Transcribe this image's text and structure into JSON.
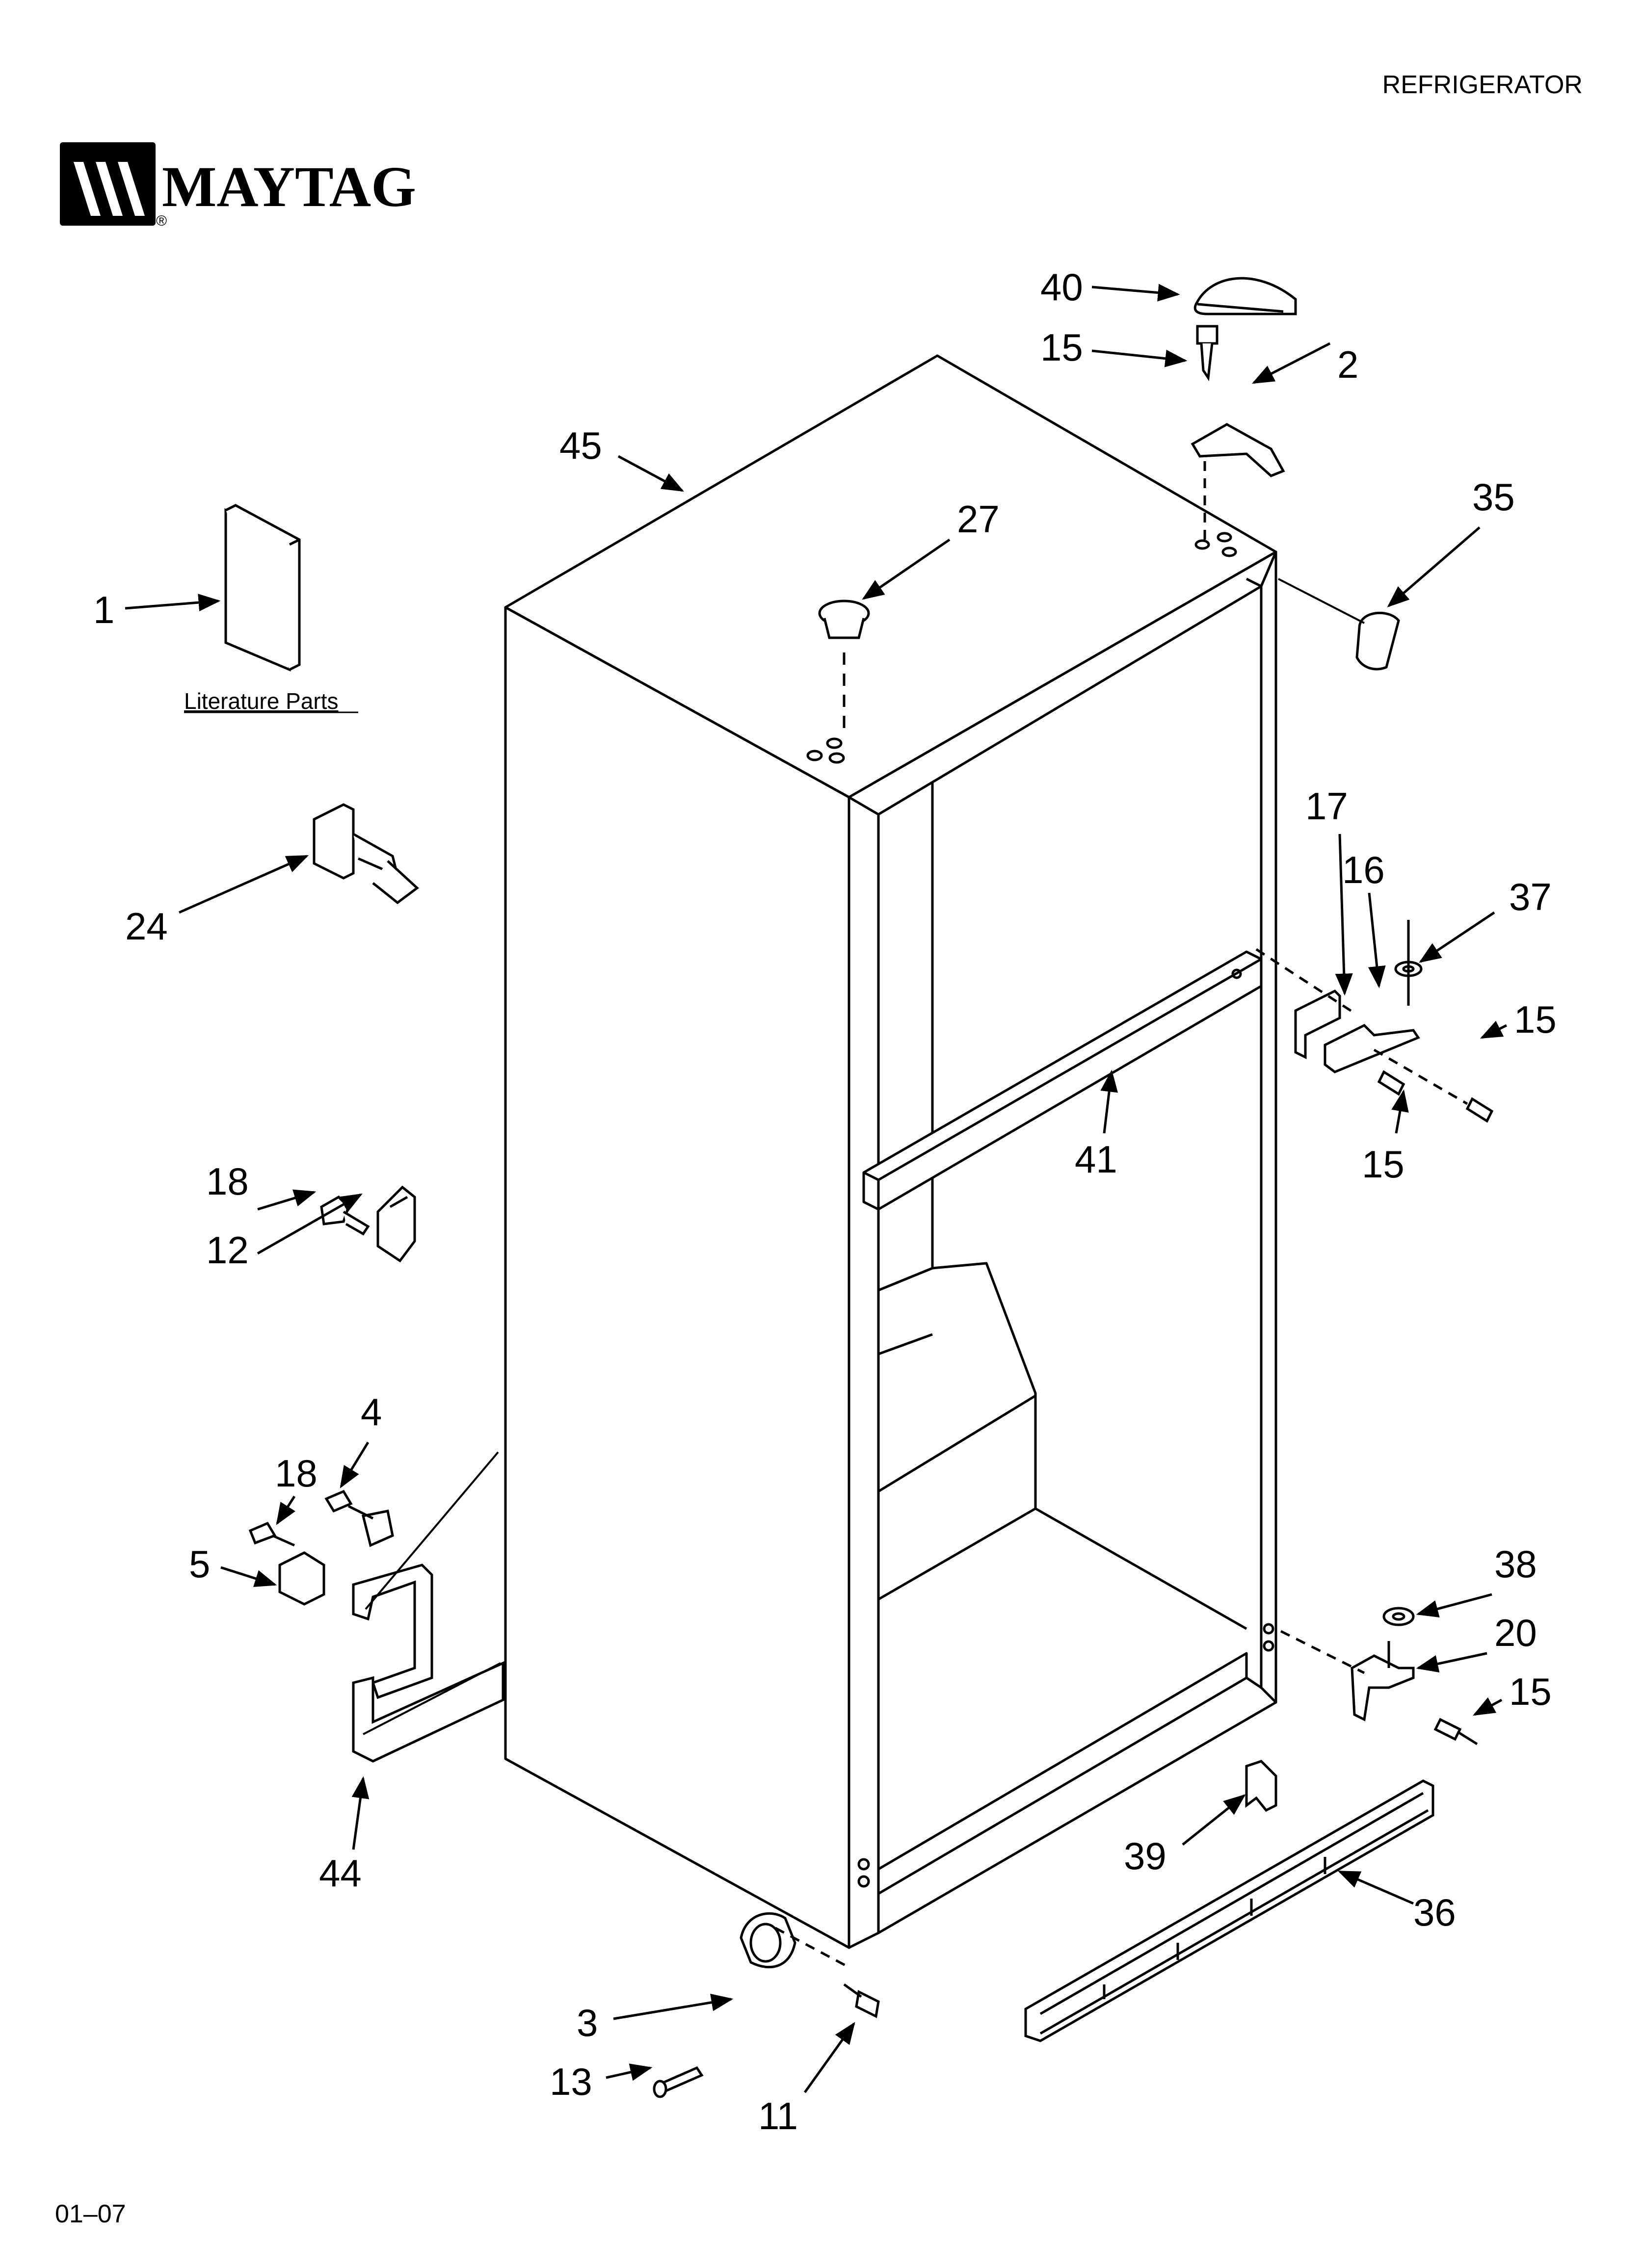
{
  "header": {
    "doc_type": "REFRIGERATOR",
    "brand": "MAYTAG",
    "brand_registered_mark": "®",
    "footer_code": "01–07"
  },
  "literature": {
    "caption": "Literature Parts"
  },
  "callouts": {
    "c1": "1",
    "c2": "2",
    "c3": "3",
    "c4": "4",
    "c5": "5",
    "c11": "11",
    "c12": "12",
    "c13": "13",
    "c15a": "15",
    "c15b": "15",
    "c15c": "15",
    "c15d": "15",
    "c16": "16",
    "c17": "17",
    "c18a": "18",
    "c18b": "18",
    "c20": "20",
    "c24": "24",
    "c27": "27",
    "c35": "35",
    "c36": "36",
    "c37": "37",
    "c38": "38",
    "c39": "39",
    "c40": "40",
    "c41": "41",
    "c44": "44",
    "c45": "45"
  }
}
